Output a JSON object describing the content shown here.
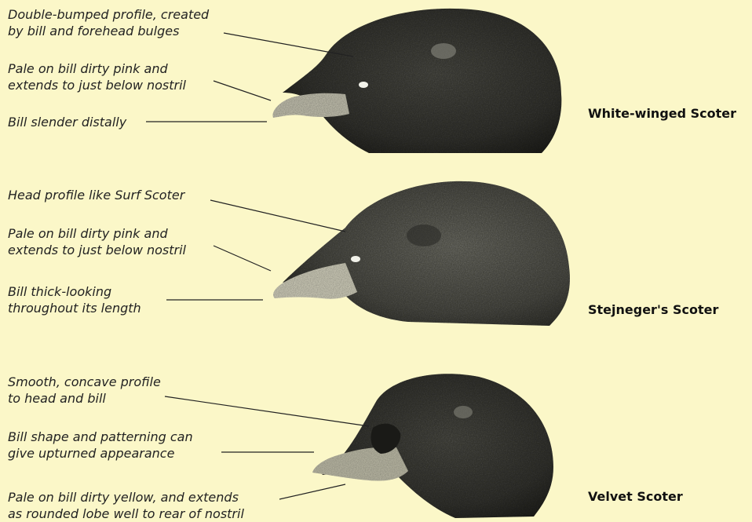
{
  "panels": [
    {
      "species": "White-winged Scoter",
      "annotations": [
        "Double-bumped profile, created\nby bill and forehead bulges",
        "Pale on bill dirty pink and\nextends to just below nostril",
        "Bill slender distally"
      ]
    },
    {
      "species": "Stejneger's Scoter",
      "annotations": [
        "Head profile like Surf Scoter",
        "Pale on bill dirty pink and\nextends to just below nostril",
        "Bill thick-looking\nthroughout its length"
      ]
    },
    {
      "species": "Velvet Scoter",
      "annotations": [
        "Smooth, concave profile\nto head and bill",
        "Bill shape and patterning can\ngive upturned appearance",
        "Pale on bill dirty yellow, and extends\nas rounded lobe well to rear of nostril"
      ]
    }
  ],
  "colors": {
    "background": "#fbf7c8",
    "head_dark": "#2e2e2a",
    "head_mid": "#55554e",
    "bill_pale": "#b9b7a6",
    "pointer_line": "#222222"
  }
}
